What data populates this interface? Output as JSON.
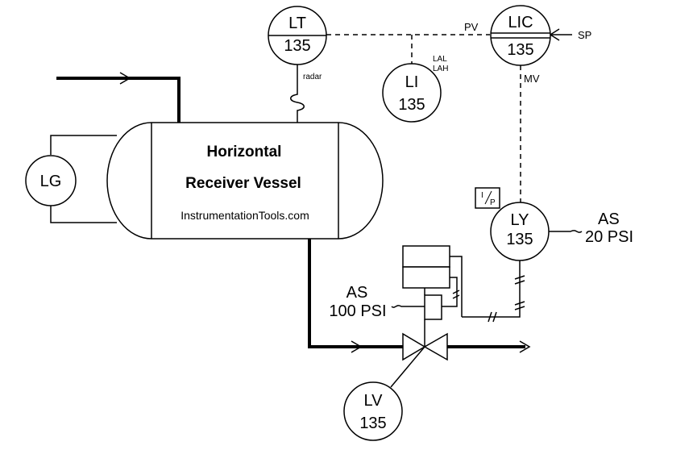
{
  "vessel": {
    "title_line1": "Horizontal",
    "title_line2": "Receiver Vessel",
    "watermark": "InstrumentationTools.com"
  },
  "instruments": {
    "lg": {
      "tag": "LG"
    },
    "lt": {
      "tag": "LT",
      "number": "135"
    },
    "li": {
      "tag": "LI",
      "number": "135"
    },
    "lic": {
      "tag": "LIC",
      "number": "135"
    },
    "ly": {
      "tag": "LY",
      "number": "135"
    },
    "lv": {
      "tag": "LV",
      "number": "135"
    }
  },
  "labels": {
    "radar": "radar",
    "lal": "LAL",
    "lah": "LAH",
    "pv": "PV",
    "sp": "SP",
    "mv": "MV",
    "ip_i": "I",
    "ip_p": "P",
    "as_ly_line1": "AS",
    "as_ly_line2": "20 PSI",
    "as_valve_line1": "AS",
    "as_valve_line2": "100 PSI"
  }
}
